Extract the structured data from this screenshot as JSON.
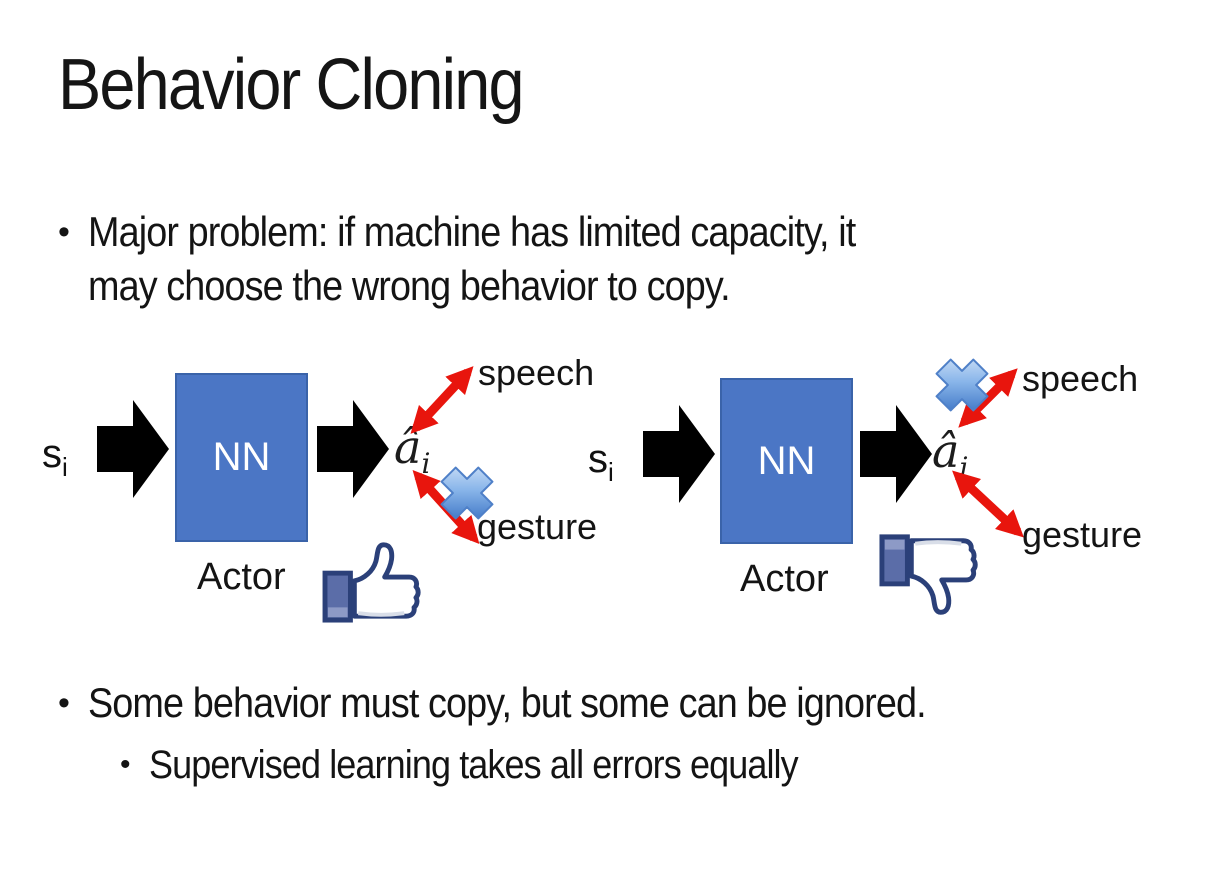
{
  "slide": {
    "title": "Behavior Cloning",
    "bullets": [
      {
        "level": 1,
        "lines": [
          "Major problem: if machine has limited capacity, it",
          "may choose the wrong behavior to copy."
        ]
      },
      {
        "level": 1,
        "lines": [
          "Some behavior must copy, but some can be ignored."
        ]
      },
      {
        "level": 2,
        "lines": [
          "Supervised learning takes all errors equally"
        ]
      }
    ]
  },
  "diagrams": {
    "left": {
      "input": "s",
      "input_sub": "i",
      "box": "NN",
      "caption": "Actor",
      "output": "â",
      "output_sub": "i",
      "top_branch": "speech",
      "bottom_branch": "gesture",
      "rejected_branch": "gesture",
      "feedback_icon": "thumbs-up"
    },
    "right": {
      "input": "s",
      "input_sub": "i",
      "box": "NN",
      "caption": "Actor",
      "output": "â",
      "output_sub": "i",
      "top_branch": "speech",
      "bottom_branch": "gesture",
      "rejected_branch": "speech",
      "feedback_icon": "thumbs-down"
    }
  },
  "icons": [
    "flow-arrow-icon",
    "double-arrow-icon",
    "cross-reject-icon",
    "thumbs-up-icon",
    "thumbs-down-icon"
  ],
  "colors": {
    "nn-box": "#4B76C5",
    "nn-box-border": "#3A63A9",
    "arrow-black": "#000000",
    "arrow-red": "#E8150D",
    "cross-light": "#DDEAFA",
    "cross-mid": "#8AB6EA",
    "cross-dark": "#2B66BD",
    "thumb-outline": "#2B4079",
    "thumb-sleeve": "#5B6DA8",
    "thumb-sleeve-band": "#8D9AC6",
    "thumb-fill": "#FFFFFF",
    "thumb-shade": "#D9DEE8"
  }
}
